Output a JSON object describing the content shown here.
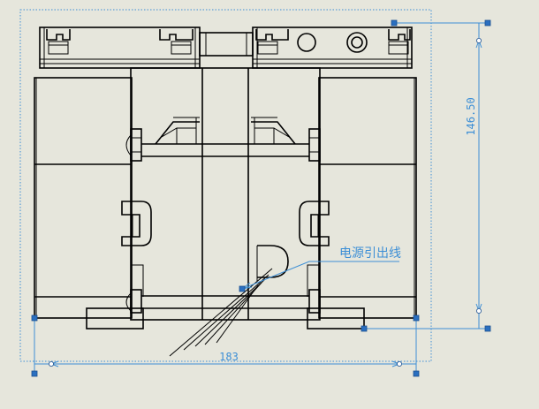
{
  "drawing": {
    "colors": {
      "background": "#e6e6dc",
      "geometry": "#000000",
      "dimension": "#3d8fd6",
      "point": "#2a6fc0"
    },
    "dimensions": {
      "vertical_label": "146.50",
      "horizontal_label": "183"
    },
    "annotation": {
      "label": "电源引出线"
    }
  }
}
